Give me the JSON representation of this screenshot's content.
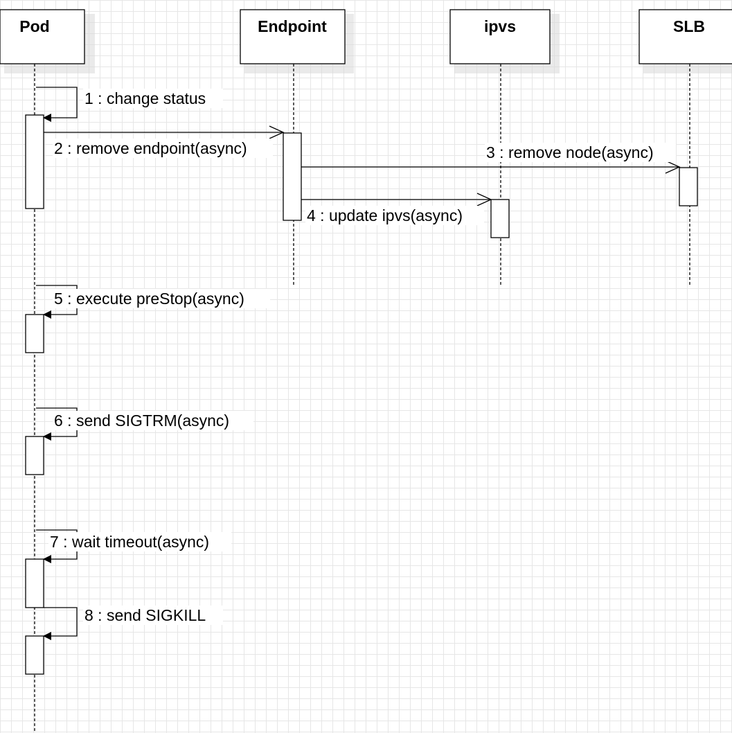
{
  "actors": [
    {
      "id": "pod",
      "label": "Pod"
    },
    {
      "id": "endpoint",
      "label": "Endpoint"
    },
    {
      "id": "ipvs",
      "label": "ipvs"
    },
    {
      "id": "slb",
      "label": "SLB"
    }
  ],
  "messages": [
    {
      "id": "m1",
      "label": "1 : change status",
      "from": "pod",
      "to": "pod"
    },
    {
      "id": "m2",
      "label": "2 : remove endpoint(async)",
      "from": "pod",
      "to": "endpoint"
    },
    {
      "id": "m3",
      "label": "3 : remove node(async)",
      "from": "endpoint",
      "to": "slb"
    },
    {
      "id": "m4",
      "label": "4 : update ipvs(async)",
      "from": "endpoint",
      "to": "ipvs"
    },
    {
      "id": "m5",
      "label": "5 : execute preStop(async)",
      "from": "pod",
      "to": "pod"
    },
    {
      "id": "m6",
      "label": "6 : send SIGTRM(async)",
      "from": "pod",
      "to": "pod"
    },
    {
      "id": "m7",
      "label": "7 : wait timeout(async)",
      "from": "pod",
      "to": "pod"
    },
    {
      "id": "m8",
      "label": "8 : send SIGKILL",
      "from": "pod",
      "to": "pod"
    }
  ]
}
